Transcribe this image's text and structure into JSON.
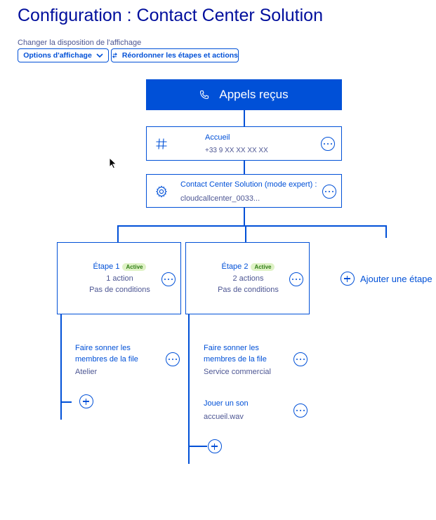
{
  "header": {
    "title": "Configuration : Contact Center Solution",
    "subtitle": "Changer la disposition de l'affichage"
  },
  "toolbar": {
    "display_options_label": "Options d'affichage",
    "reorder_label": "Réordonner les étapes et actions"
  },
  "flow": {
    "incoming_label": "Appels reçus",
    "welcome": {
      "name": "Accueil",
      "number": "+33 9 XX XX XX XX"
    },
    "ccs": {
      "name": "Contact Center Solution (mode expert) :",
      "value": "cloudcallcenter_0033..."
    },
    "add_step_label": "Ajouter une étape",
    "steps": [
      {
        "title": "Étape 1",
        "badge": "Active",
        "actions": "1 action",
        "conditions": "Pas de conditions",
        "items": [
          {
            "label_line1": "Faire sonner les",
            "label_line2": "membres de la file",
            "value": "Atelier"
          }
        ]
      },
      {
        "title": "Étape 2",
        "badge": "Active",
        "actions": "2 actions",
        "conditions": "Pas de conditions",
        "items": [
          {
            "label_line1": "Faire sonner les",
            "label_line2": "membres de la file",
            "value": "Service commercial"
          },
          {
            "label_line1": "Jouer un son",
            "value": "accueil.wav"
          }
        ]
      }
    ]
  },
  "colors": {
    "primary": "#0050d7",
    "title": "#000e9c",
    "text": "#4d5693",
    "badge_bg": "#dff2c6",
    "badge_text": "#2e7d14"
  }
}
